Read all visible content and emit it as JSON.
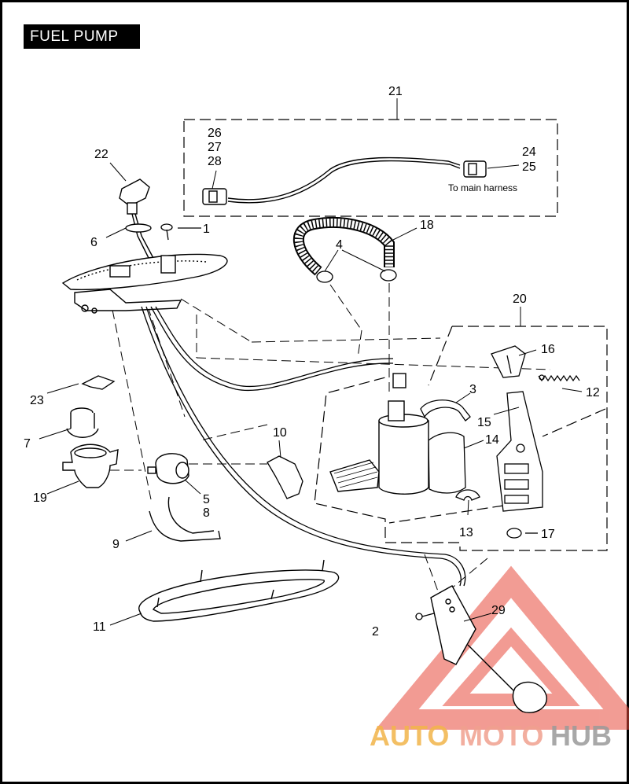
{
  "header": {
    "title": "FUEL PUMP"
  },
  "callouts": {
    "c1": "1",
    "c2": "2",
    "c3": "3",
    "c4": "4",
    "c5": "5",
    "c6": "6",
    "c7": "7",
    "c8": "8",
    "c9": "9",
    "c10": "10",
    "c11": "11",
    "c12": "12",
    "c13": "13",
    "c14": "14",
    "c15": "15",
    "c16": "16",
    "c17": "17",
    "c18": "18",
    "c19": "19",
    "c20": "20",
    "c21": "21",
    "c22": "22",
    "c23": "23",
    "c24": "24",
    "c25": "25",
    "c26": "26",
    "c27": "27",
    "c28": "28",
    "c29": "29"
  },
  "notes": {
    "harness": "To main harness"
  },
  "watermark": {
    "word1": "AUTO",
    "word2": "MOTO",
    "word3": "HUB",
    "color_auto": "#f2b54a",
    "color_moto": "#f0a08f",
    "color_hub": "#9a9a9a",
    "triangle_color": "#e84a3c"
  },
  "colors": {
    "ink": "#000000",
    "background": "#ffffff"
  }
}
